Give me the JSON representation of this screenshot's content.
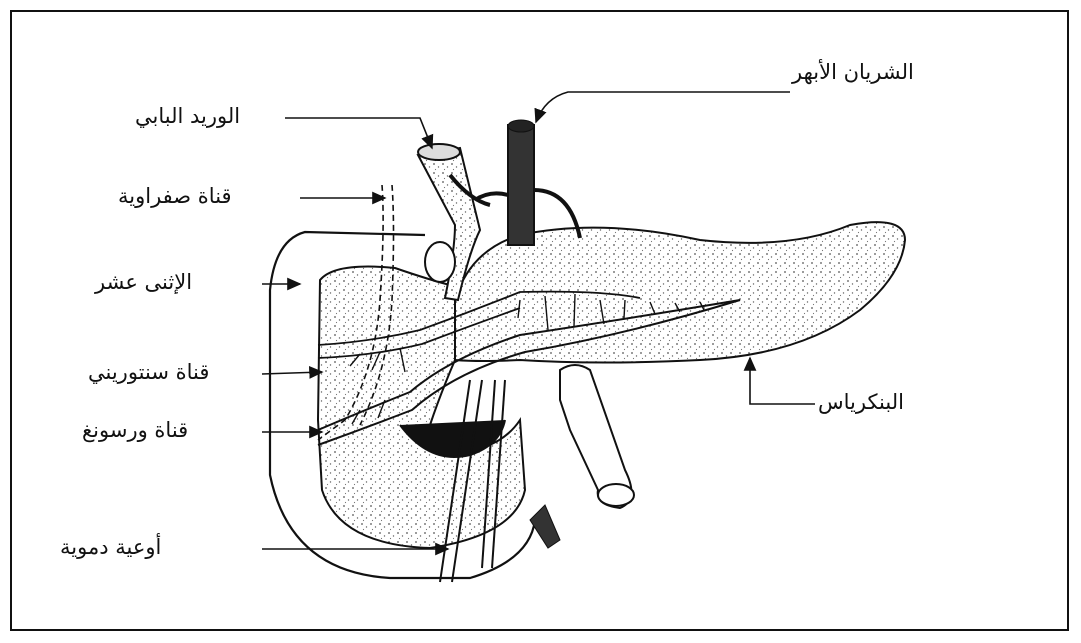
{
  "labels": {
    "portal_vein": "الوريد البابي",
    "bile_duct": "قناة صفراوية",
    "duodenum": "الإثنى عشر",
    "santorini_duct": "قناة سنتوريني",
    "wirsung_duct": "قناة ورسونغ",
    "blood_vessels": "أوعية دموية",
    "aorta": "الشريان الأبهر",
    "pancreas": "البنكرياس"
  },
  "colors": {
    "ink": "#111111",
    "paper": "#ffffff",
    "stipple": "#555555"
  }
}
